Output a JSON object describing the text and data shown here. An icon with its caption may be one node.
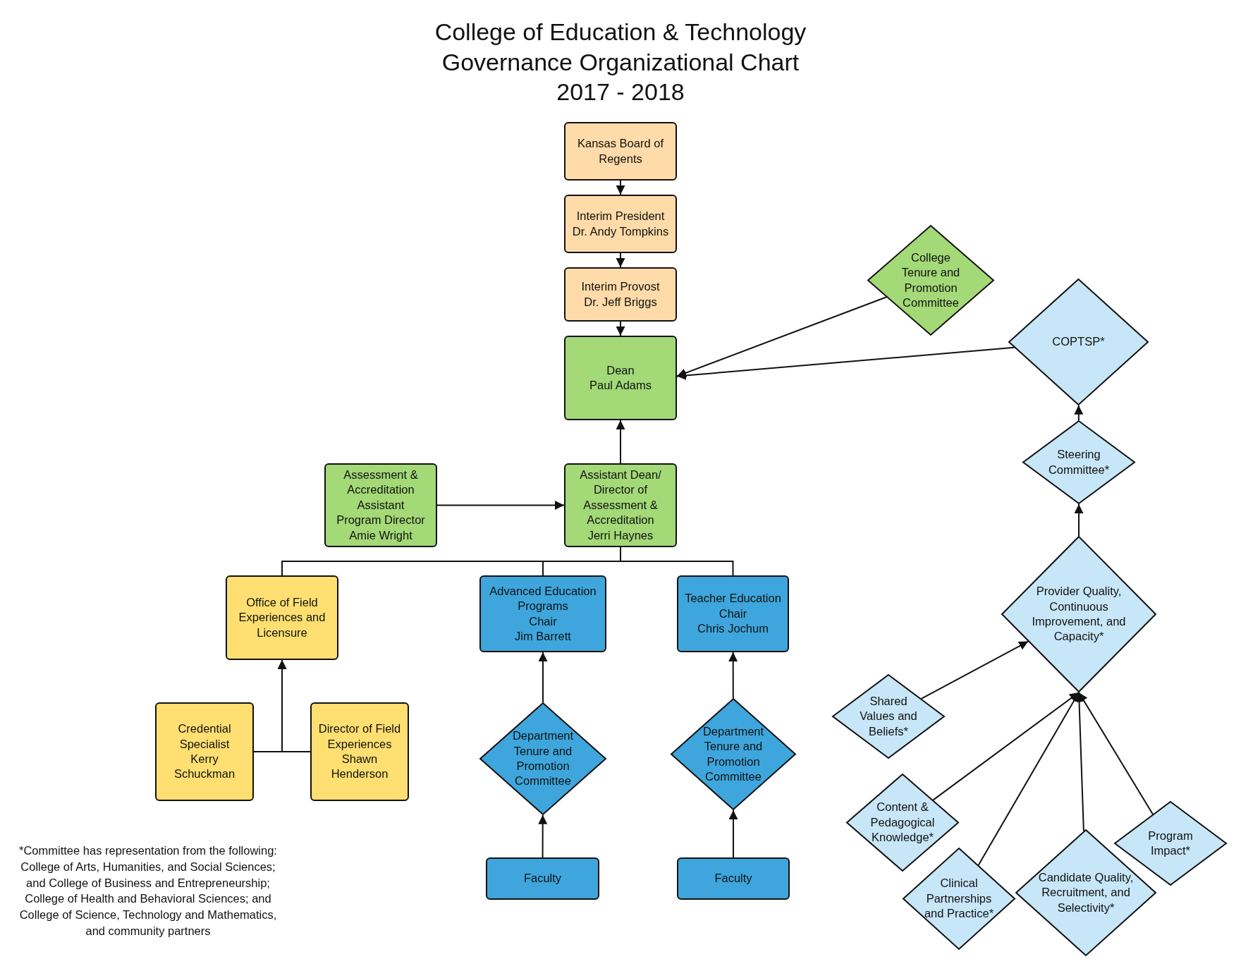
{
  "diagram": {
    "title": "College of Education & Technology Governance Organizational Chart 2017 - 2018",
    "nodes": [
      {
        "text": [
          "Kansas Board of Regents"
        ]
      },
      {
        "text": [
          "Interim President",
          "Dr. Andy Tompkins"
        ]
      },
      {
        "text": [
          "Interim Provost",
          "Dr. Jeff Briggs"
        ]
      },
      {
        "text": [
          "Dean",
          "Paul Adams"
        ]
      },
      {
        "text": [
          "Assessment & Accreditation Assistant Program Director",
          "Amie Wright"
        ]
      },
      {
        "text": [
          "Assistant Dean/ Director of Assessment & Accreditation",
          "Jerri Haynes"
        ]
      },
      {
        "text": [
          "Office of Field Experiences and Licensure"
        ]
      },
      {
        "text": [
          "Advanced Education Programs",
          "Chair",
          "Jim Barrett"
        ]
      },
      {
        "text": [
          "Teacher Education",
          "Chair",
          "Chris Jochum"
        ]
      },
      {
        "text": [
          "Credential Specialist",
          "Kerry Schuckman"
        ]
      },
      {
        "text": [
          "Director of Field Experiences",
          "Shawn Henderson"
        ]
      },
      {
        "text": [
          "Department Tenure and Promotion Committee"
        ]
      },
      {
        "text": [
          "Faculty"
        ]
      },
      {
        "text": [
          "Department Tenure and Promotion Committee"
        ]
      },
      {
        "text": [
          "Faculty"
        ]
      },
      {
        "text": [
          "College Tenure and Promotion Committee"
        ]
      },
      {
        "text": [
          "COPTSP*"
        ]
      },
      {
        "text": [
          "Steering Committee*"
        ]
      },
      {
        "text": [
          "Provider Quality, Continuous Improvement, and Capacity*"
        ]
      },
      {
        "text": [
          "Shared Values and Beliefs*"
        ]
      },
      {
        "text": [
          "Content & Pedagogical Knowledge*"
        ]
      },
      {
        "text": [
          "Clinical Partnerships and Practice*"
        ]
      },
      {
        "text": [
          "Candidate Quality, Recruitment, and Selectivity*"
        ]
      },
      {
        "text": [
          "Program Impact*"
        ]
      }
    ],
    "edges": [
      {
        "from": 0,
        "to": 1,
        "arrow": "to"
      },
      {
        "from": 1,
        "to": 2,
        "arrow": "to"
      },
      {
        "from": 2,
        "to": 3,
        "arrow": "to"
      },
      {
        "from": 5,
        "to": 3,
        "arrow": "to"
      },
      {
        "from": 15,
        "to": 3,
        "arrow": "to"
      },
      {
        "from": 16,
        "to": 3,
        "arrow": "to"
      },
      {
        "from": 4,
        "to": 5,
        "arrow": "to"
      },
      {
        "from": 5,
        "to": 6,
        "arrow": "none"
      },
      {
        "from": 5,
        "to": 7,
        "arrow": "none"
      },
      {
        "from": 5,
        "to": 8,
        "arrow": "none"
      },
      {
        "from": 9,
        "to": 6,
        "arrow": "to"
      },
      {
        "from": 10,
        "to": 6,
        "arrow": "to"
      },
      {
        "from": 11,
        "to": 7,
        "arrow": "to"
      },
      {
        "from": 12,
        "to": 11,
        "arrow": "to"
      },
      {
        "from": 13,
        "to": 8,
        "arrow": "to"
      },
      {
        "from": 14,
        "to": 13,
        "arrow": "to"
      },
      {
        "from": 17,
        "to": 16,
        "arrow": "to"
      },
      {
        "from": 18,
        "to": 17,
        "arrow": "to"
      },
      {
        "from": 19,
        "to": 18,
        "arrow": "to"
      },
      {
        "from": 20,
        "to": 18,
        "arrow": "to"
      },
      {
        "from": 21,
        "to": 18,
        "arrow": "to"
      },
      {
        "from": 22,
        "to": 18,
        "arrow": "to"
      },
      {
        "from": 23,
        "to": 18,
        "arrow": "to"
      }
    ],
    "labels": [
      "*Committee has representation from the following: College of Arts, Humanities, and Social Sciences; and College of Business and Entrepreneurship; College of Health and Behavioral Sciences; and College of Science, Technology and Mathematics, and community partners"
    ]
  }
}
